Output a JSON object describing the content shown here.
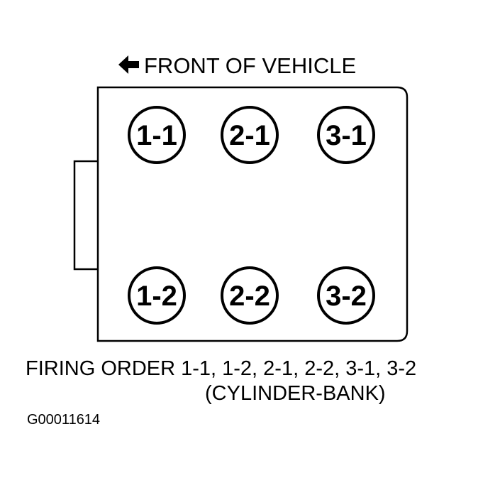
{
  "header": {
    "direction_label": "FRONT OF VEHICLE",
    "arrow_icon": "left-arrow-icon"
  },
  "cylinders": [
    {
      "label": "1-1"
    },
    {
      "label": "2-1"
    },
    {
      "label": "3-1"
    },
    {
      "label": "1-2"
    },
    {
      "label": "2-2"
    },
    {
      "label": "3-2"
    }
  ],
  "footer": {
    "firing_order": "FIRING ORDER 1-1, 1-2, 2-1, 2-2, 3-1, 3-2",
    "cylinder_bank_note": "(CYLINDER-BANK)",
    "figure_id": "G00011614"
  },
  "colors": {
    "line": "#000000",
    "background": "#ffffff"
  }
}
